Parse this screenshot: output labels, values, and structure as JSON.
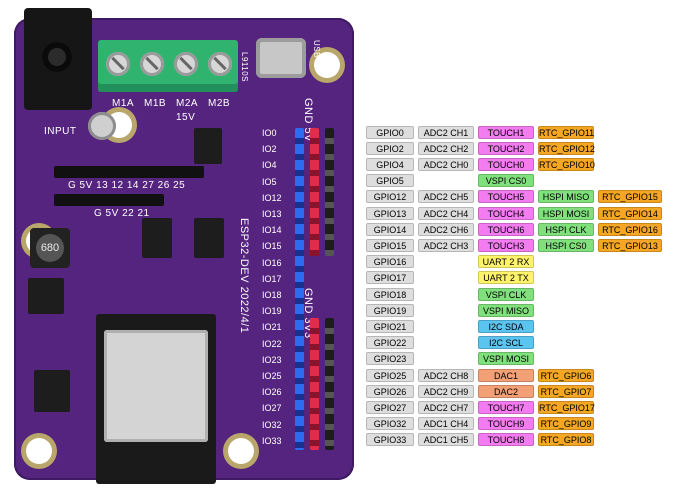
{
  "colors": {
    "gpio": "#dedede",
    "adc": "#dedede",
    "touch": "#f27cf0",
    "rtc": "#f5a623",
    "vspi": "#7fe07c",
    "hspi": "#7fe07c",
    "uart": "#fff36b",
    "i2c": "#5bc4ef",
    "dac": "#f3a076",
    "pcb": "#55247e"
  },
  "board": {
    "input_label": "INPUT",
    "terminal_labels": [
      "M1A",
      "M1B",
      "M2A",
      "M2B"
    ],
    "vin_label": "15V",
    "usb_label": "USB",
    "l9110s_label": "L9110S",
    "gnd_5v_label": "GND 5V",
    "gnd_3v3_label": "GND 3V3",
    "row1_label": "G 5V 13 12 14 27 26 25",
    "row2_label": "G 5V 22 21",
    "inductor_label": "680",
    "board_name": "ESP32-DEV 2022/4/1",
    "io_labels": [
      "IO0",
      "IO2",
      "IO4",
      "IO5",
      "IO12",
      "IO13",
      "IO14",
      "IO15",
      "IO16",
      "IO17",
      "IO18",
      "IO19",
      "IO21",
      "IO22",
      "IO23",
      "IO25",
      "IO26",
      "IO27",
      "IO32",
      "IO33"
    ]
  },
  "gpio_table": [
    {
      "gpio": "GPIO0",
      "adc": "ADC2 CH1",
      "f2": {
        "text": "TOUCH1",
        "type": "touch"
      },
      "f3": {
        "text": "RTC_GPIO11",
        "type": "rtc"
      },
      "f4": null
    },
    {
      "gpio": "GPIO2",
      "adc": "ADC2 CH2",
      "f2": {
        "text": "TOUCH2",
        "type": "touch"
      },
      "f3": {
        "text": "RTC_GPIO12",
        "type": "rtc"
      },
      "f4": null
    },
    {
      "gpio": "GPIO4",
      "adc": "ADC2 CH0",
      "f2": {
        "text": "TOUCH0",
        "type": "touch"
      },
      "f3": {
        "text": "RTC_GPIO10",
        "type": "rtc"
      },
      "f4": null
    },
    {
      "gpio": "GPIO5",
      "adc": null,
      "f1": {
        "text": "VSPI CS0",
        "type": "vspi"
      },
      "f2": null,
      "f3": null,
      "f4": null
    },
    {
      "gpio": "GPIO12",
      "adc": "ADC2 CH5",
      "f2": {
        "text": "TOUCH5",
        "type": "touch"
      },
      "f3": {
        "text": "HSPI MISO",
        "type": "hspi"
      },
      "f4": {
        "text": "RTC_GPIO15",
        "type": "rtc"
      }
    },
    {
      "gpio": "GPIO13",
      "adc": "ADC2 CH4",
      "f2": {
        "text": "TOUCH4",
        "type": "touch"
      },
      "f3": {
        "text": "HSPI MOSI",
        "type": "hspi"
      },
      "f4": {
        "text": "RTC_GPIO14",
        "type": "rtc"
      }
    },
    {
      "gpio": "GPIO14",
      "adc": "ADC2 CH6",
      "f2": {
        "text": "TOUCH6",
        "type": "touch"
      },
      "f3": {
        "text": "HSPI CLK",
        "type": "hspi"
      },
      "f4": {
        "text": "RTC_GPIO16",
        "type": "rtc"
      }
    },
    {
      "gpio": "GPIO15",
      "adc": "ADC2 CH3",
      "f2": {
        "text": "TOUCH3",
        "type": "touch"
      },
      "f3": {
        "text": "HSPI CS0",
        "type": "hspi"
      },
      "f4": {
        "text": "RTC_GPIO13",
        "type": "rtc"
      }
    },
    {
      "gpio": "GPIO16",
      "adc": null,
      "f1": {
        "text": "UART 2 RX",
        "type": "uart"
      },
      "f2": null,
      "f3": null,
      "f4": null
    },
    {
      "gpio": "GPIO17",
      "adc": null,
      "f1": {
        "text": "UART 2 TX",
        "type": "uart"
      },
      "f2": null,
      "f3": null,
      "f4": null
    },
    {
      "gpio": "GPIO18",
      "adc": null,
      "f1": {
        "text": "VSPI CLK",
        "type": "vspi"
      },
      "f2": null,
      "f3": null,
      "f4": null
    },
    {
      "gpio": "GPIO19",
      "adc": null,
      "f1": {
        "text": "VSPI MISO",
        "type": "vspi"
      },
      "f2": null,
      "f3": null,
      "f4": null
    },
    {
      "gpio": "GPIO21",
      "adc": null,
      "f1": {
        "text": "I2C SDA",
        "type": "i2c"
      },
      "f2": null,
      "f3": null,
      "f4": null
    },
    {
      "gpio": "GPIO22",
      "adc": null,
      "f1": {
        "text": "I2C SCL",
        "type": "i2c"
      },
      "f2": null,
      "f3": null,
      "f4": null
    },
    {
      "gpio": "GPIO23",
      "adc": null,
      "f1": {
        "text": "VSPI MOSI",
        "type": "vspi"
      },
      "f2": null,
      "f3": null,
      "f4": null
    },
    {
      "gpio": "GPIO25",
      "adc": "ADC2 CH8",
      "f2": {
        "text": "DAC1",
        "type": "dac"
      },
      "f3": {
        "text": "RTC_GPIO6",
        "type": "rtc"
      },
      "f4": null
    },
    {
      "gpio": "GPIO26",
      "adc": "ADC2 CH9",
      "f2": {
        "text": "DAC2",
        "type": "dac"
      },
      "f3": {
        "text": "RTC_GPIO7",
        "type": "rtc"
      },
      "f4": null
    },
    {
      "gpio": "GPIO27",
      "adc": "ADC2 CH7",
      "f2": {
        "text": "TOUCH7",
        "type": "touch"
      },
      "f3": {
        "text": "RTC_GPIO17",
        "type": "rtc"
      },
      "f4": null
    },
    {
      "gpio": "GPIO32",
      "adc": "ADC1 CH4",
      "f2": {
        "text": "TOUCH9",
        "type": "touch"
      },
      "f3": {
        "text": "RTC_GPIO9",
        "type": "rtc"
      },
      "f4": null
    },
    {
      "gpio": "GPIO33",
      "adc": "ADC1 CH5",
      "f2": {
        "text": "TOUCH8",
        "type": "touch"
      },
      "f3": {
        "text": "RTC_GPIO8",
        "type": "rtc"
      },
      "f4": null
    }
  ]
}
